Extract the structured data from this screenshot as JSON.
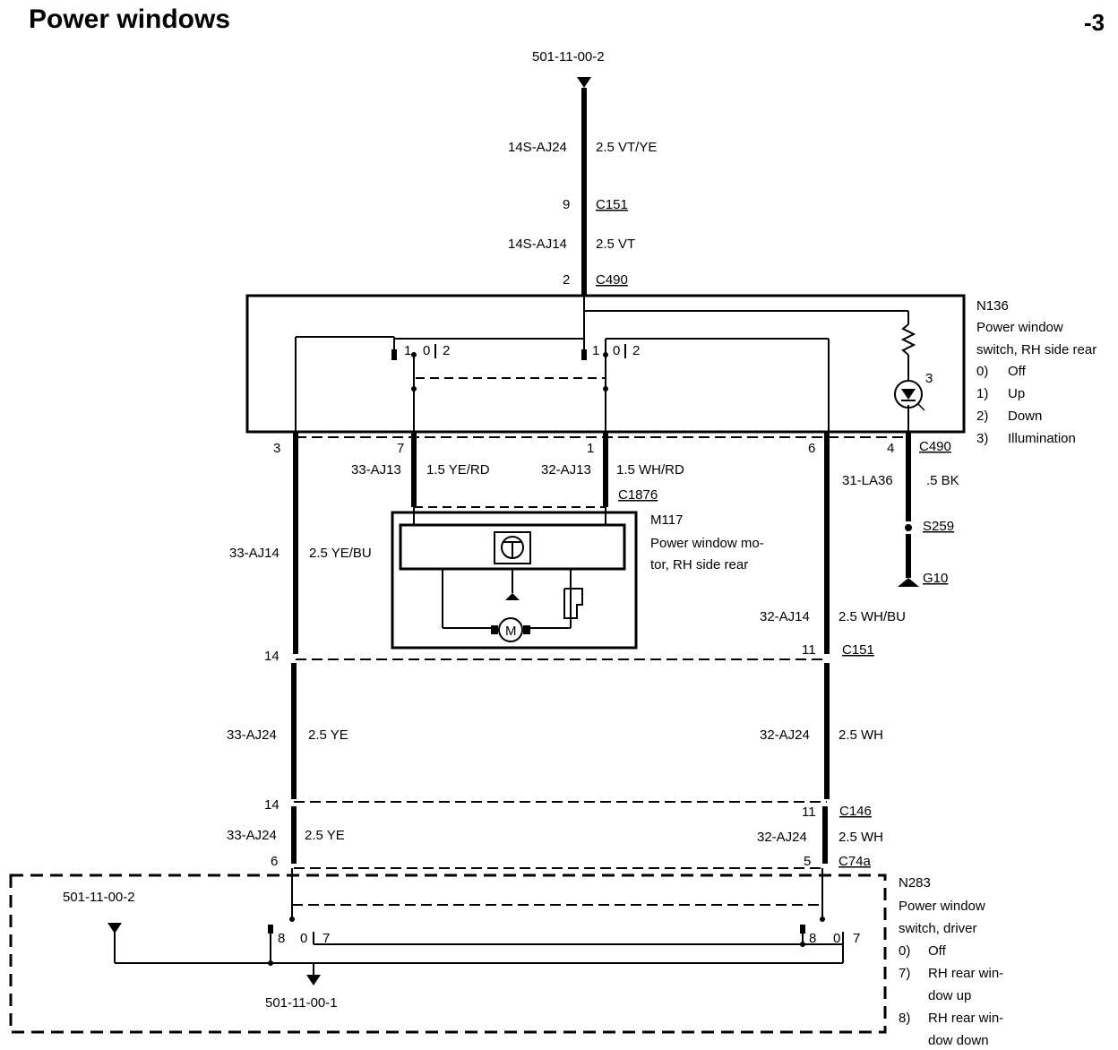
{
  "title": "Power windows",
  "page_number": "-3",
  "ref_top": "501-11-00-2",
  "ref_driver_left": "501-11-00-2",
  "ref_driver_bottom": "501-11-00-1",
  "wires": {
    "w_top_circuit": "14S-AJ24",
    "w_top_spec": "2.5 VT/YE",
    "w_mid_circuit": "14S-AJ14",
    "w_mid_spec": "2.5 VT",
    "w_33aj13": "33-AJ13",
    "w_33aj13_spec": "1.5 YE/RD",
    "w_32aj13": "32-AJ13",
    "w_32aj13_spec": "1.5 WH/RD",
    "w_31la36": "31-LA36",
    "w_31la36_spec": ".5 BK",
    "w_33aj14": "33-AJ14",
    "w_33aj14_spec": "2.5 YE/BU",
    "w_32aj14": "32-AJ14",
    "w_32aj14_spec": "2.5 WH/BU",
    "w_33aj24a": "33-AJ24",
    "w_33aj24a_spec": "2.5 YE",
    "w_32aj24a": "32-AJ24",
    "w_32aj24a_spec": "2.5 WH",
    "w_33aj24b": "33-AJ24",
    "w_33aj24b_spec": "2.5 YE",
    "w_32aj24b": "32-AJ24",
    "w_32aj24b_spec": "2.5 WH"
  },
  "connectors": {
    "c151_top": "C151",
    "c490_top": "C490",
    "c490_right": "C490",
    "c1876": "C1876",
    "c151_mid": "C151",
    "c146": "C146",
    "c74a": "C74a",
    "s259": "S259",
    "g10": "G10"
  },
  "pins": {
    "p9": "9",
    "p2": "2",
    "p3": "3",
    "p7": "7",
    "p1": "1",
    "p6": "6",
    "p4": "4",
    "p14a": "14",
    "p11a": "11",
    "p14b": "14",
    "p11b": "11",
    "p6b": "6",
    "p5b": "5"
  },
  "switch_positions": {
    "l1": "1",
    "l0": "0",
    "l2": "2",
    "r1": "1",
    "r0": "0",
    "r2": "2",
    "d8a": "8",
    "d0a": "0",
    "d7a": "7",
    "d8b": "8",
    "d0b": "0",
    "d7b": "7",
    "lamp": "3"
  },
  "n136": {
    "id": "N136",
    "name_line1": "Power window",
    "name_line2": "switch, RH side rear",
    "legend": [
      {
        "key": "0)",
        "label": "Off"
      },
      {
        "key": "1)",
        "label": "Up"
      },
      {
        "key": "2)",
        "label": "Down"
      },
      {
        "key": "3)",
        "label": "Illumination"
      }
    ]
  },
  "m117": {
    "id": "M117",
    "name_line1": "Power window mo-",
    "name_line2": "tor, RH side rear",
    "motor_symbol": "M"
  },
  "n283": {
    "id": "N283",
    "name_line1": "Power window",
    "name_line2": "switch, driver",
    "legend": [
      {
        "key": "0)",
        "label": "Off"
      },
      {
        "key": "7)",
        "label": "RH rear win-",
        "label2": "dow up"
      },
      {
        "key": "8)",
        "label": "RH rear win-",
        "label2": "dow down"
      }
    ]
  }
}
